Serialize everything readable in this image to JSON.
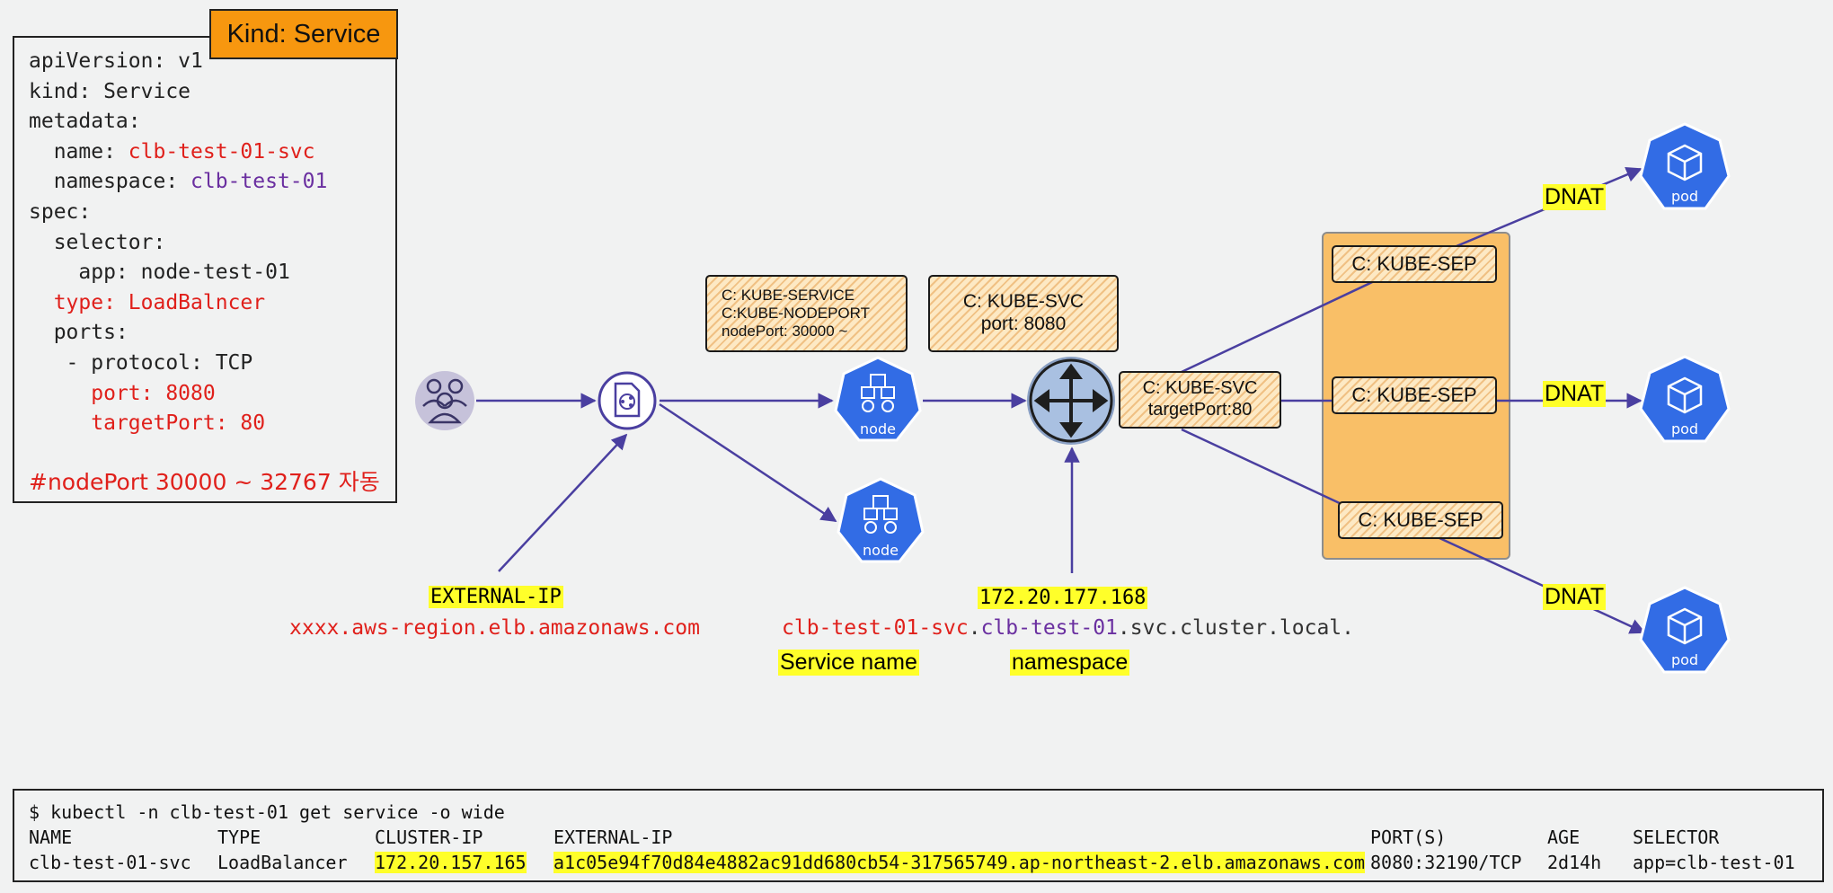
{
  "yaml": {
    "kind_label": "Kind: Service",
    "note": "#nodePort 30000 ~ 32767 자동",
    "lines": [
      {
        "plain": "apiVersion: v1"
      },
      {
        "plain": "kind: Service"
      },
      {
        "plain": "metadata:"
      },
      {
        "plain": "  name: ",
        "value": "clb-test-01-svc",
        "color": "red"
      },
      {
        "plain": "  namespace: ",
        "value": "clb-test-01",
        "color": "purple"
      },
      {
        "plain": "spec:"
      },
      {
        "plain": "  selector:"
      },
      {
        "plain": "    app: node-test-01"
      },
      {
        "plain": "  ",
        "value": "type: LoadBalncer",
        "color": "red"
      },
      {
        "plain": "  ports:"
      },
      {
        "plain": "   - protocol: TCP"
      },
      {
        "plain": "     ",
        "value": "port: 8080",
        "color": "red"
      },
      {
        "plain": "     ",
        "value": "targetPort: 80",
        "color": "red"
      }
    ]
  },
  "diagram": {
    "chain_box": {
      "line1": "C: KUBE-SERVICE",
      "line2": "C:KUBE-NODEPORT",
      "line3": "nodePort: 30000 ~"
    },
    "svc_box": {
      "line1": "C: KUBE-SVC",
      "line2": "port: 8080"
    },
    "svc_target_box": {
      "line1": "C: KUBE-SVC",
      "line2": "targetPort:80"
    },
    "sep_label": "C: KUBE-SEP",
    "dnat_label": "DNAT",
    "node_label": "node",
    "pod_label": "pod",
    "external_ip_label": "EXTERNAL-IP",
    "external_host": "xxxx.aws-region.elb.amazonaws.com",
    "cluster_ip": "172.20.177.168",
    "dns": {
      "service": "clb-test-01-svc",
      "dot1": ".",
      "namespace": "clb-test-01",
      "suffix": ".svc.cluster.local."
    },
    "service_name_label": "Service name",
    "namespace_label": "namespace"
  },
  "kubectl": {
    "command": "$ kubectl -n clb-test-01 get service -o wide",
    "headers": {
      "name": "NAME",
      "type": "TYPE",
      "cluster_ip": "CLUSTER-IP",
      "external_ip": "EXTERNAL-IP",
      "ports": "PORT(S)",
      "age": "AGE",
      "selector": "SELECTOR"
    },
    "row": {
      "name": "clb-test-01-svc",
      "type": "LoadBalancer",
      "cluster_ip": "172.20.157.165",
      "external_ip": "a1c05e94f70d84e4882ac91dd680cb54-317565749.ap-northeast-2.elb.amazonaws.com",
      "ports": "8080:32190/TCP",
      "age": "2d14h",
      "selector": "app=clb-test-01"
    }
  },
  "colors": {
    "accent_red": "#e0201b",
    "accent_purple": "#6a2fa0",
    "k8s_blue": "#326ce5",
    "arrow": "#4a3fa0",
    "highlight": "#ffff2a",
    "sep_group": "#f9bf67",
    "kind_orange": "#f7970f"
  }
}
